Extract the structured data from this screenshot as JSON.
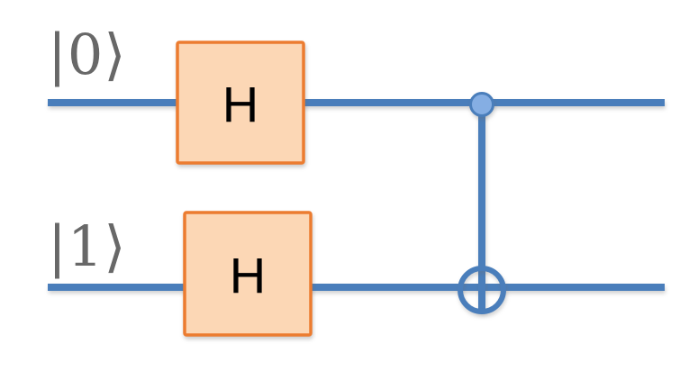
{
  "diagram": {
    "type": "quantum-circuit",
    "qubits": [
      {
        "label": "|0⟩",
        "gate": "H"
      },
      {
        "label": "|1⟩",
        "gate": "H"
      }
    ],
    "two_qubit_gate": {
      "name": "CNOT",
      "control": "qubit-0",
      "target": "qubit-1"
    }
  },
  "colors": {
    "wire": "#4a7ebb",
    "control_fill": "#85aee3",
    "gate_fill": "#fcd7b5",
    "gate_border": "#ec7c30",
    "label_gray": "#686868",
    "gate_text": "#000000",
    "target_fill": "none"
  }
}
